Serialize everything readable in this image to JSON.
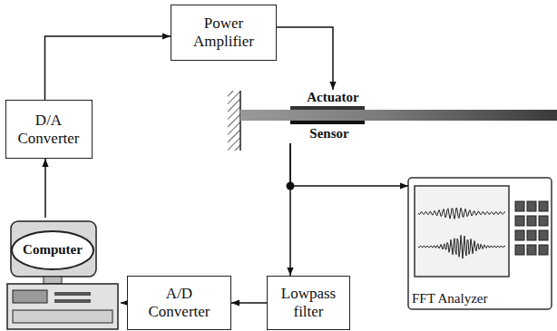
{
  "diagram": {
    "nodes": [
      {
        "text": [
          "Power Amplifier"
        ]
      },
      {
        "text": [
          "D/A Converter"
        ]
      },
      {
        "text": [
          "Actuator"
        ]
      },
      {
        "text": [
          "Sensor"
        ]
      },
      {
        "text": [
          "FFT Analyzer"
        ]
      },
      {
        "text": [
          "Computer"
        ]
      },
      {
        "text": [
          "A/D Converter"
        ]
      },
      {
        "text": [
          "Lowpass filter"
        ]
      }
    ],
    "edges": [
      {
        "from": 5,
        "to": 1,
        "arrow": "to"
      },
      {
        "from": 1,
        "to": 0,
        "arrow": "to"
      },
      {
        "from": 0,
        "to": 2,
        "arrow": "to"
      },
      {
        "from": 3,
        "to": 4,
        "arrow": "to"
      },
      {
        "from": 3,
        "to": 7,
        "arrow": "to"
      },
      {
        "from": 7,
        "to": 6,
        "arrow": "to"
      },
      {
        "from": 6,
        "to": 5,
        "arrow": "to"
      }
    ]
  }
}
